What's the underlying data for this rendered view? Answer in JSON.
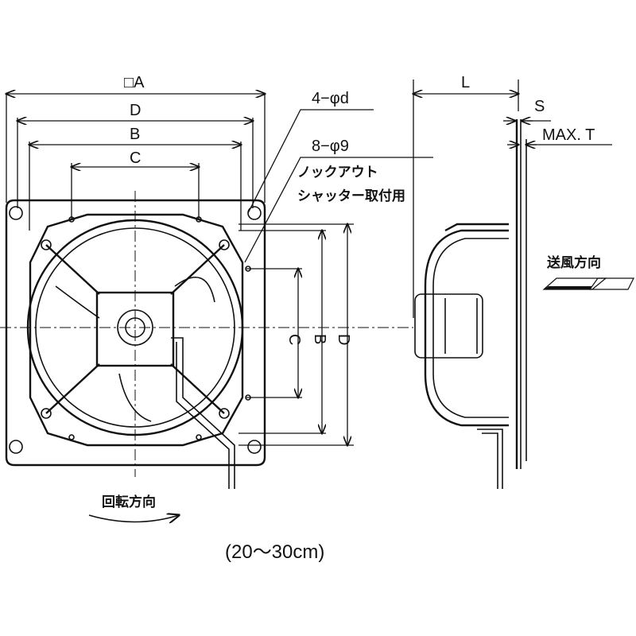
{
  "front_view": {
    "dim_square_a": "□A",
    "dim_d": "D",
    "dim_b": "B",
    "dim_c": "C",
    "dim_c_vertical": "C",
    "dim_b_vertical": "B",
    "dim_d_vertical": "D",
    "hole_callout_1": "4−φd",
    "hole_callout_2": "8−φ9",
    "knockout_line1": "ノックアウト",
    "knockout_line2": "シャッター取付用",
    "rotation_label": "回転方向",
    "cable_length": "(20～30cm)"
  },
  "side_view": {
    "dim_l": "L",
    "dim_s": "S",
    "dim_max_t": "MAX. T",
    "airflow_label": "送風方向"
  }
}
